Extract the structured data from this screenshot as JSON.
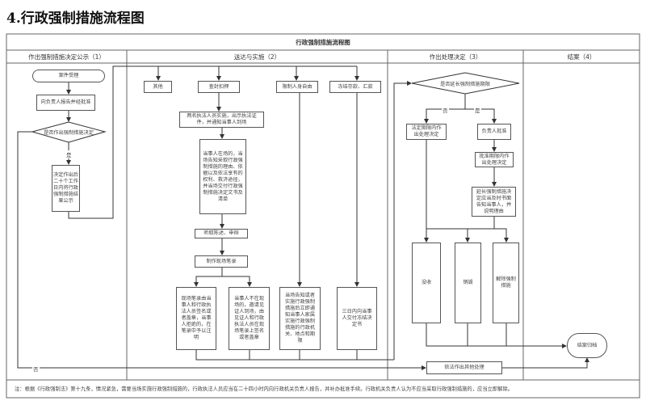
{
  "title": "4.行政强制措施流程图",
  "chart_header": "行政强制措施流程图",
  "lanes": [
    "作出强制措施决定公示（1）",
    "送达与实施（2）",
    "作出处理决定（3）",
    "结案（4）"
  ],
  "lane1": {
    "start": "案件受理",
    "report": "向负责人报告并经批准",
    "decision": "是否作出强制措施决定",
    "yes": "是",
    "no": "否",
    "publish": "决定作出后二十个工作日内将行政强制措施结果公示"
  },
  "lane2": {
    "other": "其他",
    "seal": "查封扣押",
    "restrict": "限制人身自由",
    "freeze": "冻结存款、汇款",
    "two_officers": "两名执法人员实施，出示执法证件，并通知当事人到场",
    "present": "当事人在场的，当场告知采取行政强制措施的理由、依据以及依法享有的权利、救济途径，并当场交付行政强制措施决定文书及清单",
    "hear": "听取陈述、申辩",
    "record": "制作现场笔录",
    "sign": "现场笔录由当事人和行政执法人员签名或者盖章，当事人拒绝的，在笔录中予以注明",
    "absent": "当事人不在现场的，邀请见证人到场，由见证人和行政执法人员在现场笔录上签名或者盖章",
    "notify_family": "当场告知或者实施行政强制措施后立即通知当事人家属实施行政强制措施的行政机关、地点和期限",
    "freeze_notice": "三日内向当事人交付冻结决定书"
  },
  "lane3": {
    "extend": "是否延长强制措施期限",
    "no": "否",
    "yes": "是",
    "legal_term": "法定期限内作出处理决定",
    "approve": "负责人批准",
    "approved_term": "批准期限内作出处理决定",
    "extend_notice": "延长强制措施决定应当及时书面告知当事人，并说明理由",
    "confiscate": "没收",
    "destroy": "销毁",
    "release": "解除强制措施",
    "other_handling": "依法作出其他处理"
  },
  "lane4": {
    "archive": "结案归档"
  },
  "note": "注：根据《行政强制法》第十九条，情况紧急，需要当场实施行政强制措施的，行政执法人员应当在二十四小时内向行政机关负责人报告，并补办批准手续。行政机关负责人认为不应当采取行政强制措施的，应当立即解除。"
}
